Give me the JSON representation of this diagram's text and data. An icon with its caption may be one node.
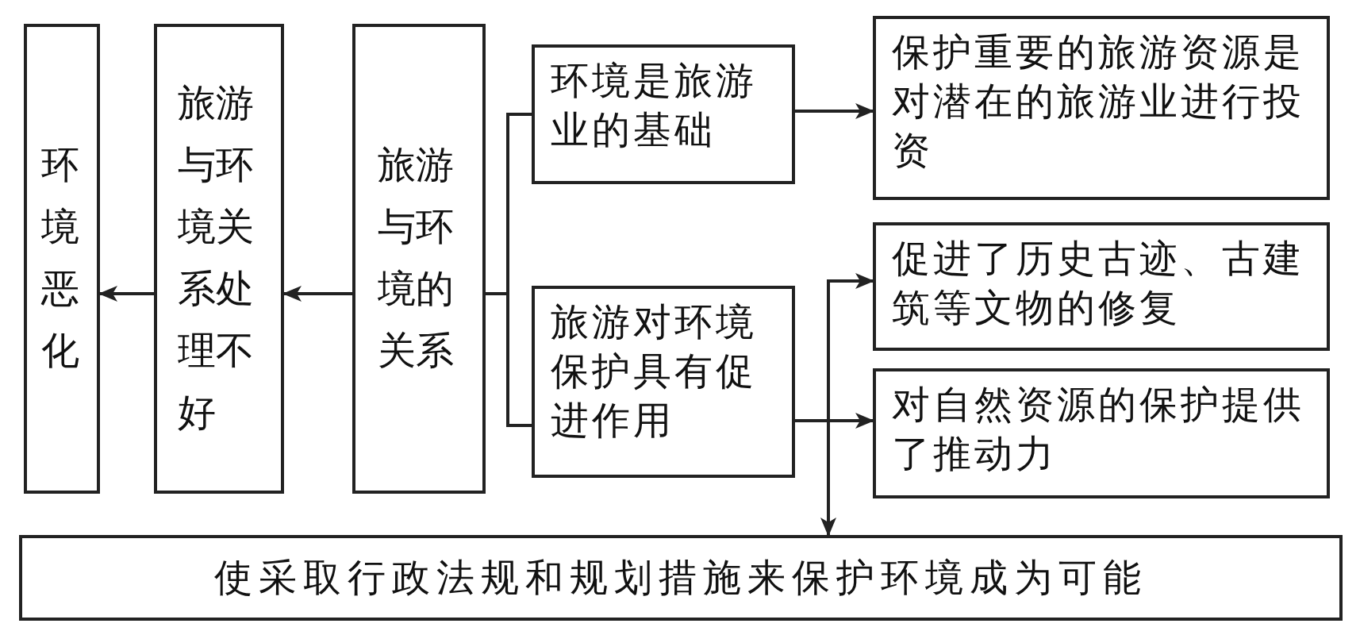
{
  "diagram": {
    "nodes": [
      {
        "text": [
          "环境恶化"
        ]
      },
      {
        "text": [
          "旅游与环境关系处理不好"
        ]
      },
      {
        "text": [
          "旅游与环境的关系"
        ]
      },
      {
        "text": [
          "环境是旅游业的基础"
        ]
      },
      {
        "text": [
          "旅游对环境保护具有促进作用"
        ]
      },
      {
        "text": [
          "保护重要的旅游资源是对潜在的旅游业进行投资"
        ]
      },
      {
        "text": [
          "促进了历史古迹、古建筑等文物的修复"
        ]
      },
      {
        "text": [
          "对自然资源的保护提供了推动力"
        ]
      },
      {
        "text": [
          "使采取行政法规和规划措施来保护环境成为可能"
        ]
      }
    ],
    "edges": [
      {
        "from": 2,
        "to": 1,
        "arrow": "to"
      },
      {
        "from": 1,
        "to": 0,
        "arrow": "to"
      },
      {
        "from": 2,
        "to": 3,
        "arrow": "none"
      },
      {
        "from": 2,
        "to": 4,
        "arrow": "none"
      },
      {
        "from": 3,
        "to": 5,
        "arrow": "to"
      },
      {
        "from": 4,
        "to": 6,
        "arrow": "to"
      },
      {
        "from": 4,
        "to": 7,
        "arrow": "to"
      },
      {
        "from": 4,
        "to": 8,
        "arrow": "to"
      }
    ]
  }
}
